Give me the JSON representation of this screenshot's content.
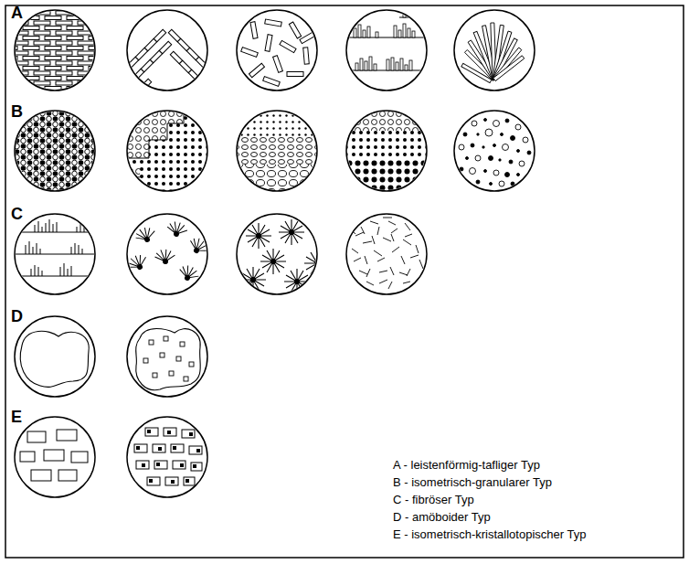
{
  "diagram": {
    "labels": [
      "A",
      "B",
      "C",
      "D",
      "E"
    ],
    "legend": [
      {
        "text": "A - leistenförmig-tafliger Typ"
      },
      {
        "text": "B - isometrisch-granularer Typ"
      },
      {
        "text": "C - fibröser Typ"
      },
      {
        "text": "D - amöboider Typ"
      },
      {
        "text": "E - isometrisch-kristallotopischer Typ"
      }
    ]
  }
}
